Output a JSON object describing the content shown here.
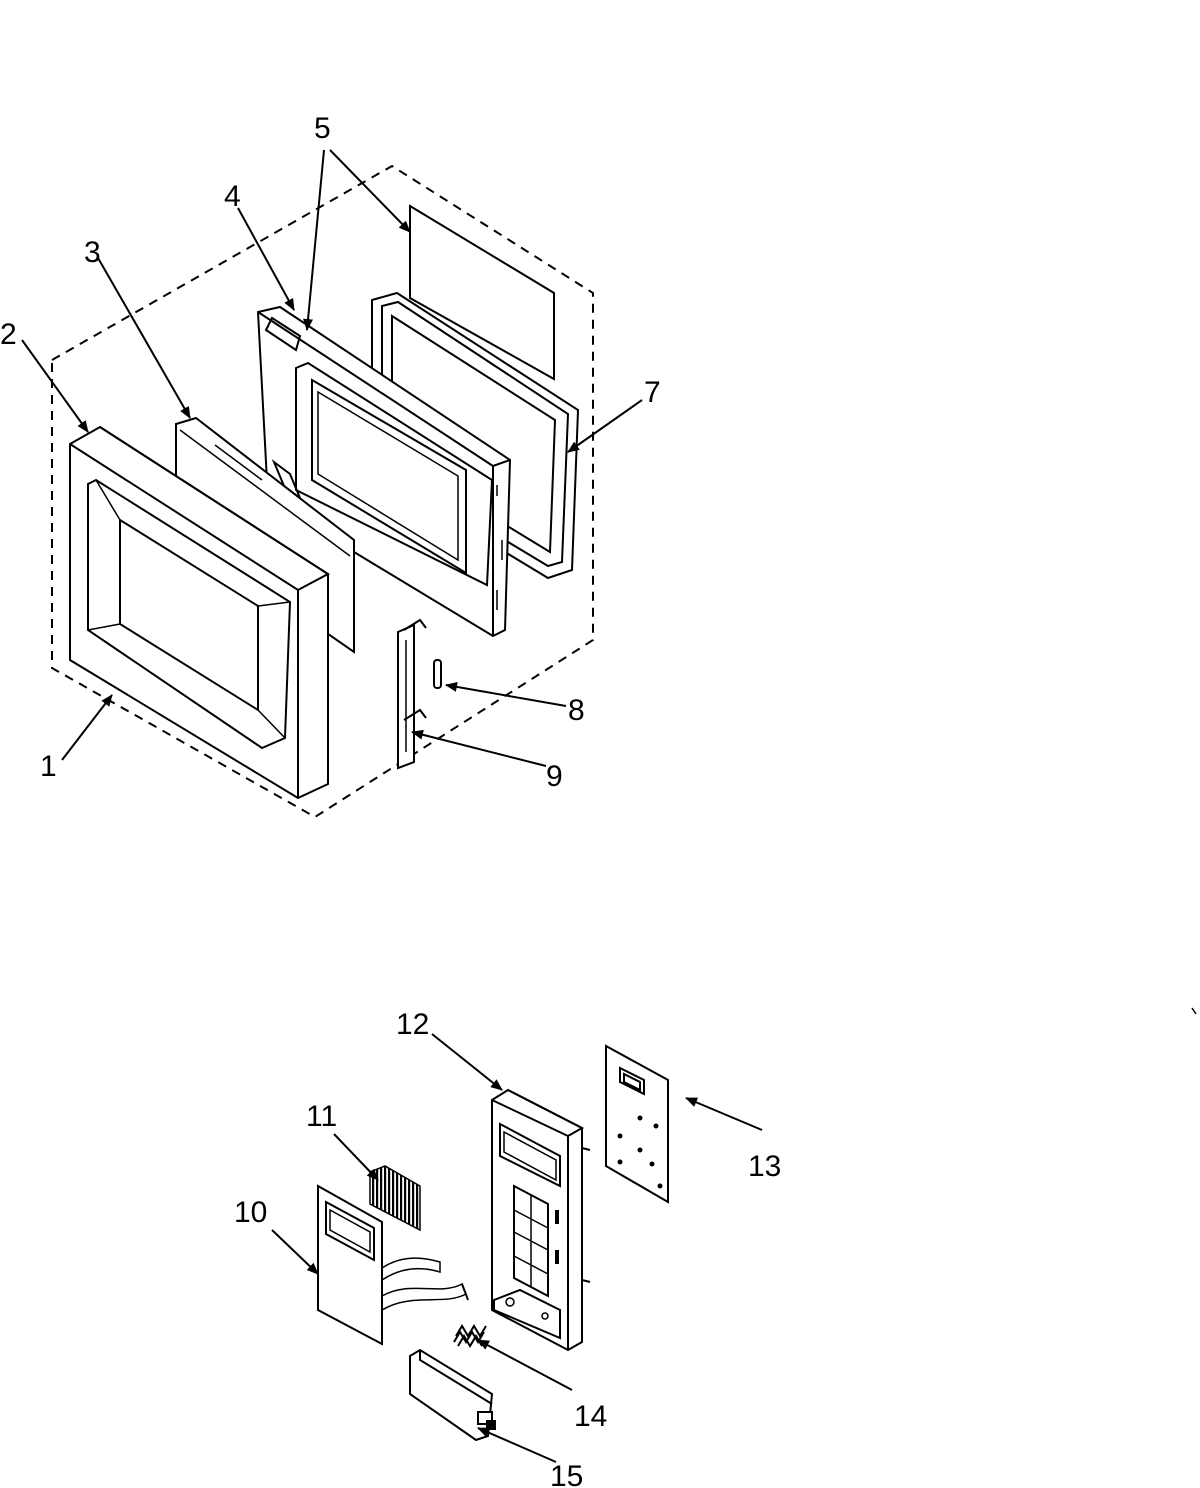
{
  "labels": {
    "p1": "1",
    "p2": "2",
    "p3": "3",
    "p4": "4",
    "p5": "5",
    "p7": "7",
    "p8": "8",
    "p9": "9",
    "p10": "10",
    "p11": "11",
    "p12": "12",
    "p13": "13",
    "p14": "14",
    "p15": "15"
  }
}
